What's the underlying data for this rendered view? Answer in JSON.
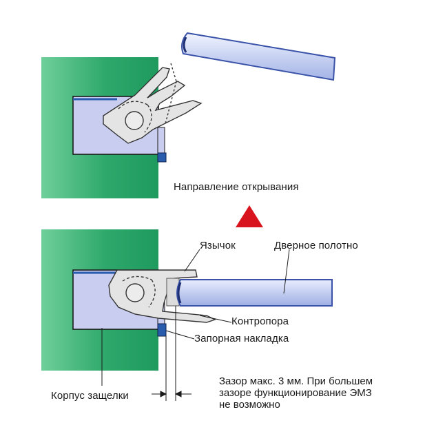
{
  "labels": {
    "opening_direction": "Направление открывания",
    "tongue": "Язычок",
    "door_leaf": "Дверное полотно",
    "counter_support": "Контропора",
    "strike_plate": "Запорная накладка",
    "latch_body": "Корпус защелки",
    "gap_note_lines": [
      "Зазор макс. 3 мм. При большем",
      "зазоре функционирование ЭМЗ",
      "не возможно"
    ]
  },
  "colors": {
    "frame_green": "#1f9a5e",
    "frame_green_light": "#6fcf9a",
    "latch_body_fill": "#c9cdef",
    "mechanism_fill": "#e4e4e4",
    "door_fill": "#c3cdf0",
    "door_edge": "#3a53a8",
    "arrow_red": "#d8141e",
    "strike_plate_blue": "#2a5cae"
  }
}
